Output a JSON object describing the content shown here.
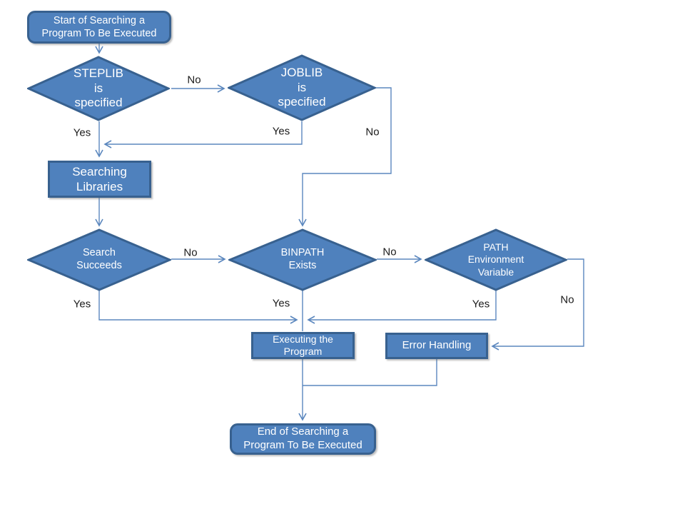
{
  "colors": {
    "shape_fill": "#4F81BD",
    "shape_border": "#38618F",
    "connector": "#5B87BE",
    "shape_text": "#FFFFFF",
    "edge_label_text": "#1A1A1A",
    "background": "#FFFFFF"
  },
  "nodes": {
    "start": {
      "type": "terminator",
      "label": "Start of Searching a\nProgram To Be Executed"
    },
    "steplib": {
      "type": "decision",
      "label": "STEPLIB\nis\nspecified"
    },
    "joblib": {
      "type": "decision",
      "label": "JOBLIB\nis\nspecified"
    },
    "searching": {
      "type": "process",
      "label": "Searching\nLibraries"
    },
    "search_succeeds": {
      "type": "decision",
      "label": "Search\nSucceeds"
    },
    "binpath": {
      "type": "decision",
      "label": "BINPATH\nExists"
    },
    "path_env": {
      "type": "decision",
      "label": "PATH\nEnvironment\nVariable"
    },
    "executing": {
      "type": "process",
      "label": "Executing the\nProgram"
    },
    "error": {
      "type": "process",
      "label": "Error Handling"
    },
    "end": {
      "type": "terminator",
      "label": "End of Searching a\nProgram To Be Executed"
    }
  },
  "edge_labels": {
    "steplib_no": "No",
    "steplib_yes": "Yes",
    "joblib_yes": "Yes",
    "joblib_no": "No",
    "search_no": "No",
    "search_yes": "Yes",
    "binpath_no": "No",
    "binpath_yes": "Yes",
    "path_yes": "Yes",
    "path_no": "No"
  }
}
